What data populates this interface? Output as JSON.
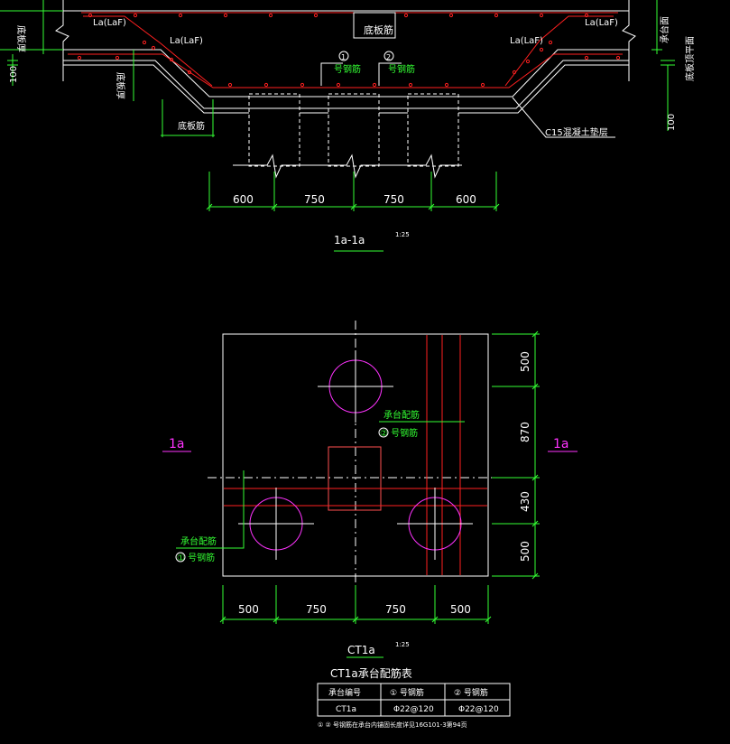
{
  "section": {
    "title": "1a-1a",
    "scale": "1:25",
    "la_labels": [
      "La(LaF)",
      "La(LaF)",
      "La(LaF)",
      "La(LaF)"
    ],
    "bottom_bar_label": "底板筋",
    "slab_thickness_label_left": "底板厚",
    "slab_thickness_label_mid": "底板厚",
    "slab_bar_label_bottom": "底板筋",
    "bar1_num": "1",
    "bar1_text": "号钢筋",
    "bar2_num": "2",
    "bar2_text": "号钢筋",
    "cushion_label": "C15混凝土垫层",
    "right_label_1": "承台面",
    "right_label_2": "底板顶平面",
    "dim_100_left": "100",
    "dim_100_right": "100",
    "dims": [
      "600",
      "750",
      "750",
      "600"
    ]
  },
  "plan": {
    "title": "CT1a",
    "scale": "1:25",
    "section_mark_left": "1a",
    "section_mark_right": "1a",
    "rebar_label_1_top": "承台配筋",
    "rebar_label_1_bottom": "① 号钢筋",
    "rebar_label_2_top": "承台配筋",
    "rebar_label_2_bottom": "② 号钢筋",
    "dims_bottom": [
      "500",
      "750",
      "750",
      "500"
    ],
    "dims_right": [
      "500",
      "870",
      "430",
      "500"
    ]
  },
  "table": {
    "title": "CT1a承台配筋表",
    "headers": [
      "承台编号",
      "① 号钢筋",
      "② 号钢筋"
    ],
    "row": [
      "CT1a",
      "Φ22@120",
      "Φ22@120"
    ],
    "note": "① ② 号钢筋在承台内锚固长度详见16G101-3第94页"
  }
}
